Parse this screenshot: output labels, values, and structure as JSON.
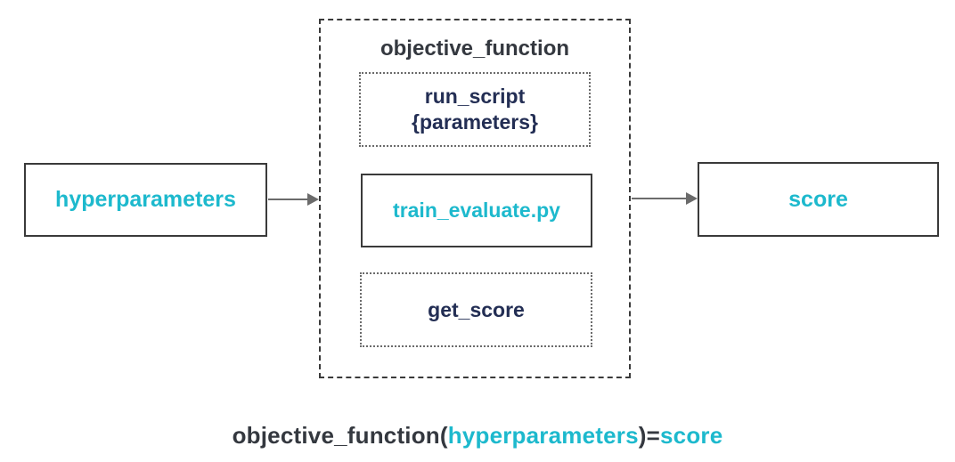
{
  "diagram": {
    "input_box": {
      "label": "hyperparameters"
    },
    "function_box": {
      "title": "objective_function",
      "steps": {
        "run_script": {
          "line1": "run_script",
          "line2": "{parameters}"
        },
        "train_evaluate": {
          "label": "train_evaluate.py"
        },
        "get_score": {
          "label": "get_score"
        }
      }
    },
    "output_box": {
      "label": "score"
    },
    "formula": {
      "part1": "objective_function(",
      "part2": "hyperparameters",
      "part3": ")=",
      "part4": "score"
    },
    "colors": {
      "accent_cyan": "#1db9cd",
      "navy": "#232e54",
      "dark_text": "#34383f",
      "border": "#3a3a3a",
      "arrow": "#6b6b6b",
      "background": "#ffffff"
    }
  }
}
